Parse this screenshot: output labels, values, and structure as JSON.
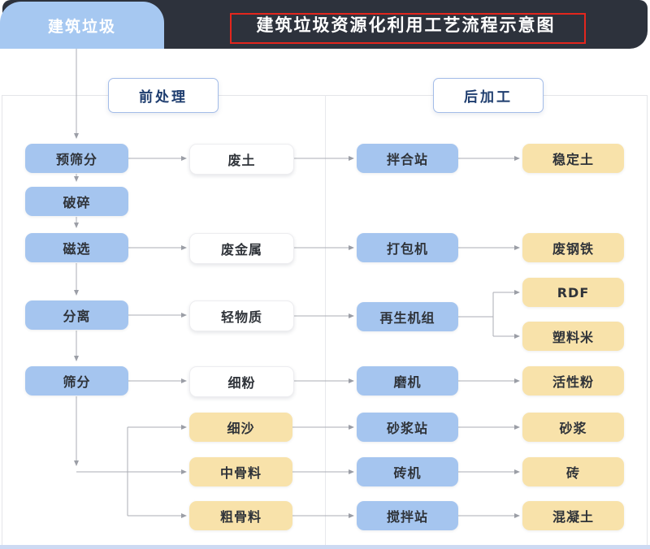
{
  "header": {
    "tab_label": "建筑垃圾",
    "title": "建筑垃圾资源化利用工艺流程示意图"
  },
  "sections": [
    {
      "label": "前处理"
    },
    {
      "label": "后加工"
    }
  ],
  "nodes": [
    {
      "id": "pre-screening",
      "label": "预筛分",
      "type": "process"
    },
    {
      "id": "crushing",
      "label": "破碎",
      "type": "process"
    },
    {
      "id": "magnetic-separation",
      "label": "磁选",
      "type": "process"
    },
    {
      "id": "separation",
      "label": "分离",
      "type": "process"
    },
    {
      "id": "screening",
      "label": "筛分",
      "type": "process"
    },
    {
      "id": "waste-soil",
      "label": "废土",
      "type": "intermediate"
    },
    {
      "id": "waste-metal",
      "label": "废金属",
      "type": "intermediate"
    },
    {
      "id": "light-material",
      "label": "轻物质",
      "type": "intermediate"
    },
    {
      "id": "fine-powder",
      "label": "细粉",
      "type": "intermediate"
    },
    {
      "id": "fine-sand",
      "label": "细沙",
      "type": "product"
    },
    {
      "id": "medium-aggregate",
      "label": "中骨料",
      "type": "product"
    },
    {
      "id": "coarse-aggregate",
      "label": "粗骨料",
      "type": "product"
    },
    {
      "id": "mixing-station",
      "label": "拌合站",
      "type": "equipment"
    },
    {
      "id": "baling-machine",
      "label": "打包机",
      "type": "equipment"
    },
    {
      "id": "regeneration-unit",
      "label": "再生机组",
      "type": "equipment"
    },
    {
      "id": "mill",
      "label": "磨机",
      "type": "equipment"
    },
    {
      "id": "mortar-station",
      "label": "砂浆站",
      "type": "equipment"
    },
    {
      "id": "brick-machine",
      "label": "砖机",
      "type": "equipment"
    },
    {
      "id": "stirring-station",
      "label": "搅拌站",
      "type": "equipment"
    },
    {
      "id": "stabilized-soil",
      "label": "稳定土",
      "type": "product"
    },
    {
      "id": "scrap-steel",
      "label": "废钢铁",
      "type": "product"
    },
    {
      "id": "rdf",
      "label": "RDF",
      "type": "product"
    },
    {
      "id": "plastic-pellets",
      "label": "塑料米",
      "type": "product"
    },
    {
      "id": "active-powder",
      "label": "活性粉",
      "type": "product"
    },
    {
      "id": "mortar",
      "label": "砂浆",
      "type": "product"
    },
    {
      "id": "brick",
      "label": "砖",
      "type": "product"
    },
    {
      "id": "concrete",
      "label": "混凝土",
      "type": "product"
    }
  ],
  "colors": {
    "header_bg": "#2d323c",
    "tab_blue": "#a6c8f1",
    "node_blue": "#a5c5ef",
    "node_yellow": "#f8e2aa",
    "node_white": "#ffffff",
    "title_frame_red": "#e3261d",
    "section_border_blue": "#a3bce8",
    "bottom_bar_blue": "#cddaf3",
    "wire_gray": "#abaeb4"
  }
}
